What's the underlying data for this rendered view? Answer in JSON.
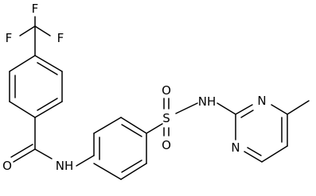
{
  "atoms": {
    "f1": "F",
    "f2": "F",
    "f3": "F",
    "o_amide": "O",
    "n_amide": "NH",
    "s_sulfonyl": "S",
    "o_sulfonyl_top": "O",
    "o_sulfonyl_bottom": "O",
    "n_sulfonamide": "NH",
    "n_pyrimidine_top": "N",
    "n_pyrimidine_bottom": "N"
  }
}
